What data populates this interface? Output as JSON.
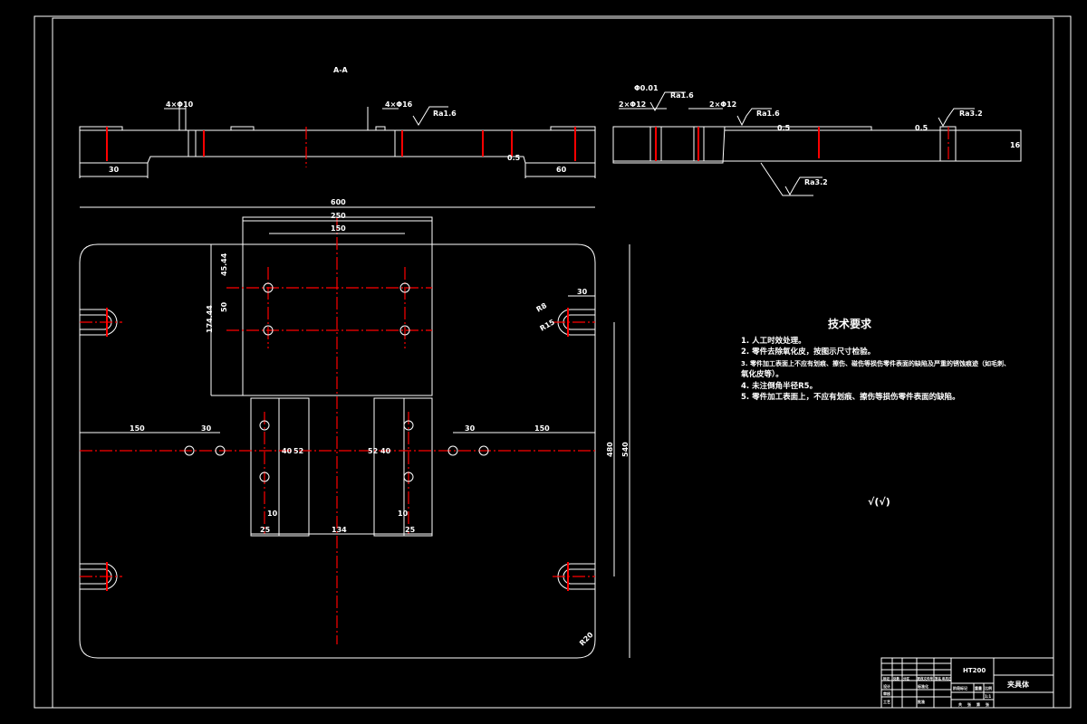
{
  "section_label": "A-A",
  "section_left": {
    "callouts": [
      "4×Φ10",
      "4×Φ16"
    ],
    "roughness": [
      "Ra1.6"
    ],
    "dims": [
      "30",
      "60",
      "0.5"
    ]
  },
  "section_right": {
    "callouts": [
      "2×Φ12",
      "2×Φ12"
    ],
    "roughness": [
      "Ra1.6",
      "Ra1.6",
      "Ra3.2",
      "Ra3.2"
    ],
    "dims": [
      "16",
      "0.5",
      "0.5",
      "Φ0.01"
    ]
  },
  "plan_view": {
    "dims_top": [
      "600",
      "250",
      "150"
    ],
    "dims_left": [
      "45.44",
      "50",
      "174.44"
    ],
    "dims_row": [
      "150",
      "30",
      "30",
      "150"
    ],
    "dims_blocks": [
      "40",
      "52",
      "52",
      "40",
      "10",
      "10",
      "25",
      "134",
      "25"
    ],
    "dims_right": [
      "30",
      "R8",
      "R15",
      "480",
      "540"
    ],
    "corner_label": "R20"
  },
  "tech_requirements": {
    "title": "技术要求",
    "items": [
      "1. 人工时效处理。",
      "2. 零件去除氧化皮，按图示尺寸检验。",
      "3. 零件加工表面上不应有划痕、擦伤、碰伤等损伤零件表面的缺陷及严重的锈蚀痕迹（如毛刺、",
      "氧化皮等）。",
      "4. 未注倒角半径R5。",
      "5. 零件加工表面上，不应有划痕、擦伤等损伤零件表面的缺陷。"
    ]
  },
  "roughness_other": "√(√)",
  "title_block": {
    "material": "HT200",
    "part_name": "夹具体",
    "header_cells": [
      "标记",
      "处数",
      "分区",
      "更改文件号",
      "签名",
      "年月日"
    ],
    "row_labels": [
      "设计",
      "标准化",
      "审核",
      "工艺",
      "批准"
    ],
    "stage_cells": [
      "阶段标记",
      "重量",
      "比例"
    ],
    "scale": "1:1",
    "sheet_cells": [
      "共",
      "张",
      "第",
      "张"
    ]
  }
}
